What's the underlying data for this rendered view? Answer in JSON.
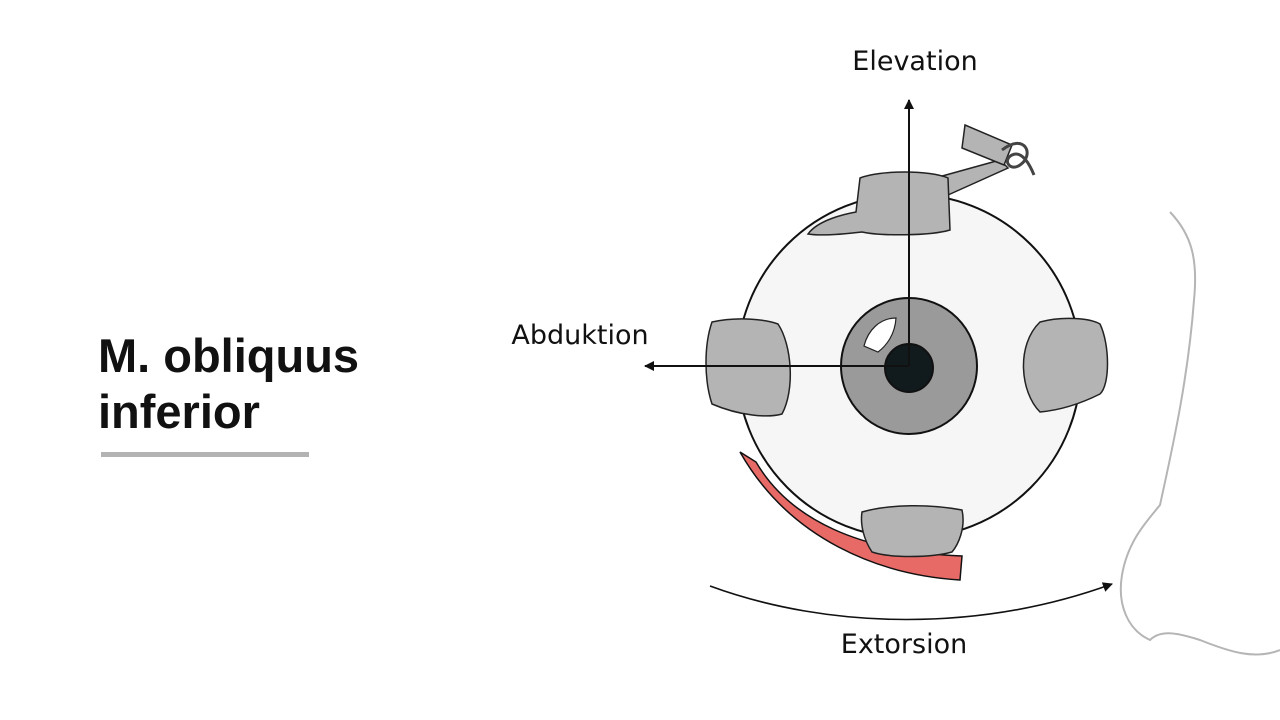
{
  "title": {
    "line1": "M. obliquus",
    "line2": "inferior"
  },
  "labels": {
    "elevation": "Elevation",
    "abduction": "Abduktion",
    "extorsion": "Extorsion"
  },
  "colors": {
    "muscle_highlight": "#e86a66",
    "muscle_gray": "#b4b4b4",
    "iris": "#9a9a9a",
    "pupil": "#111a1d",
    "sclera": "#f6f6f6",
    "accent_line": "#b3b3b3"
  },
  "icons": {
    "axis_arrows": "arrow-icon"
  }
}
